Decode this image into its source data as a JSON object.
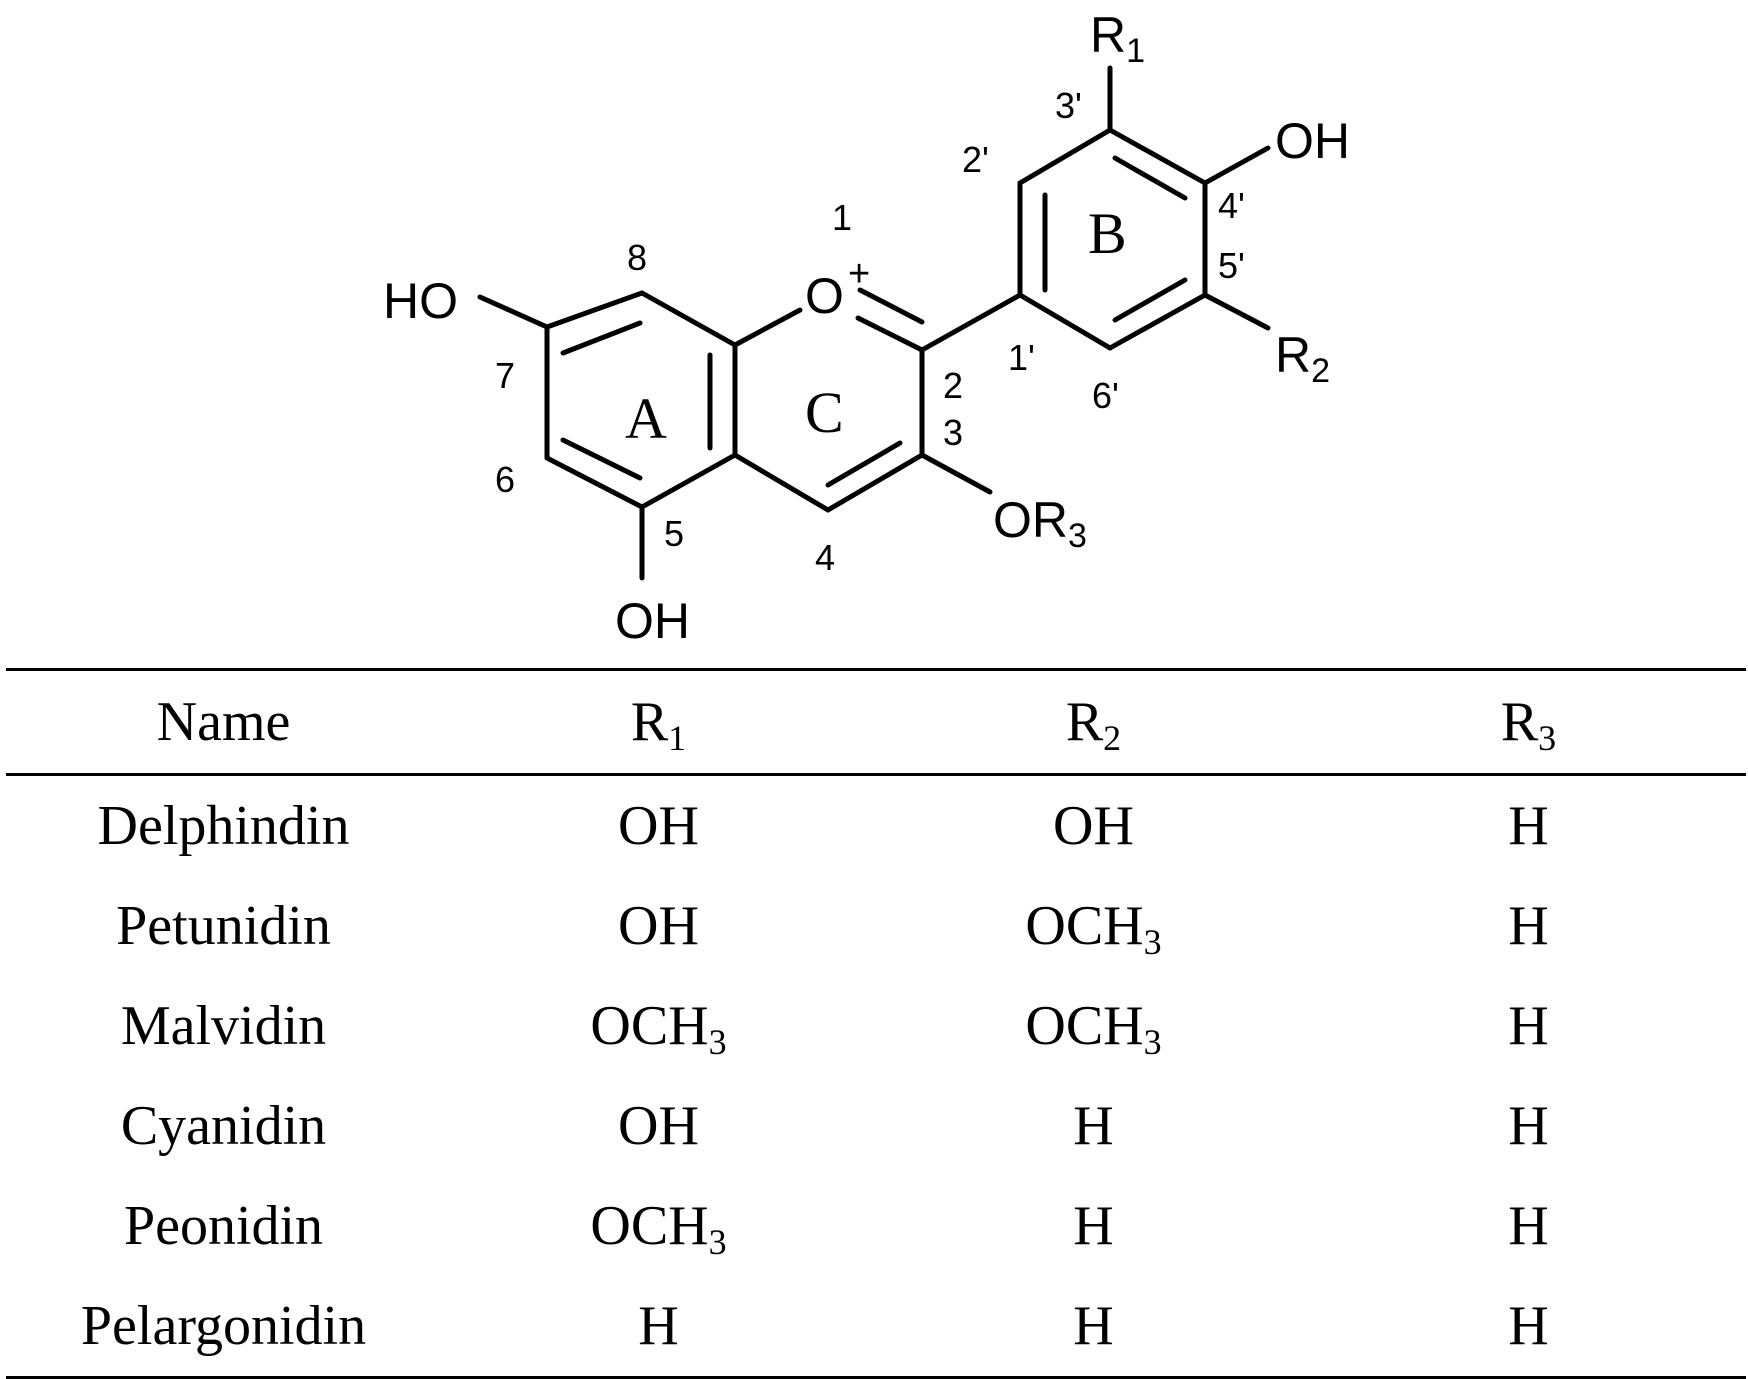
{
  "structure": {
    "substituents": {
      "r1": "R",
      "r1_sub": "1",
      "r2": "R",
      "r2_sub": "2",
      "or3": "OR",
      "or3_sub": "3",
      "oh_4prime": "OH",
      "oh_7": "HO",
      "oh_5": "OH",
      "o1": "O",
      "o1_charge": "+"
    },
    "ring_labels": {
      "a": "A",
      "b": "B",
      "c": "C"
    },
    "position_numbers": {
      "p1": "1",
      "p2": "2",
      "p3": "3",
      "p4": "4",
      "p5": "5",
      "p6": "6",
      "p7": "7",
      "p8": "8",
      "p1p": "1'",
      "p2p": "2'",
      "p3p": "3'",
      "p4p": "4'",
      "p5p": "5'",
      "p6p": "6'"
    }
  },
  "table": {
    "headers": {
      "name": "Name",
      "r1": "R",
      "r1_sub": "1",
      "r2": "R",
      "r2_sub": "2",
      "r3": "R",
      "r3_sub": "3"
    },
    "rows": [
      {
        "name": "Delphindin",
        "r1": "OH",
        "r1_sub": "",
        "r2": "OH",
        "r2_sub": "",
        "r3": "H"
      },
      {
        "name": "Petunidin",
        "r1": "OH",
        "r1_sub": "",
        "r2": "OCH",
        "r2_sub": "3",
        "r3": "H"
      },
      {
        "name": "Malvidin",
        "r1": "OCH",
        "r1_sub": "3",
        "r2": "OCH",
        "r2_sub": "3",
        "r3": "H"
      },
      {
        "name": "Cyanidin",
        "r1": "OH",
        "r1_sub": "",
        "r2": "H",
        "r2_sub": "",
        "r3": "H"
      },
      {
        "name": "Peonidin",
        "r1": "OCH",
        "r1_sub": "3",
        "r2": "H",
        "r2_sub": "",
        "r3": "H"
      },
      {
        "name": "Pelargonidin",
        "r1": "H",
        "r1_sub": "",
        "r2": "H",
        "r2_sub": "",
        "r3": "H"
      }
    ]
  }
}
